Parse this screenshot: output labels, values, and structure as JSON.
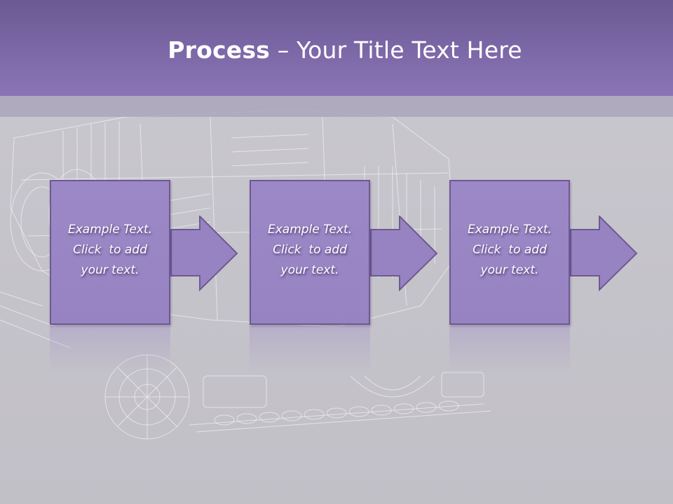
{
  "header": {
    "title_bold": "Process",
    "title_rest": " – Your Title Text Here"
  },
  "process": {
    "steps": [
      {
        "line1": "Example Text.",
        "line2": "Click  to add",
        "line3": "your text."
      },
      {
        "line1": "Example Text.",
        "line2": "Click  to add",
        "line3": "your text."
      },
      {
        "line1": "Example Text.",
        "line2": "Click  to add",
        "line3": "your text."
      }
    ]
  },
  "colors": {
    "header_top": "#6a5a92",
    "header_bottom": "#8a74b5",
    "box_fill": "#9783c2",
    "box_border": "#6d5a92",
    "background": "#c6c4cb"
  }
}
